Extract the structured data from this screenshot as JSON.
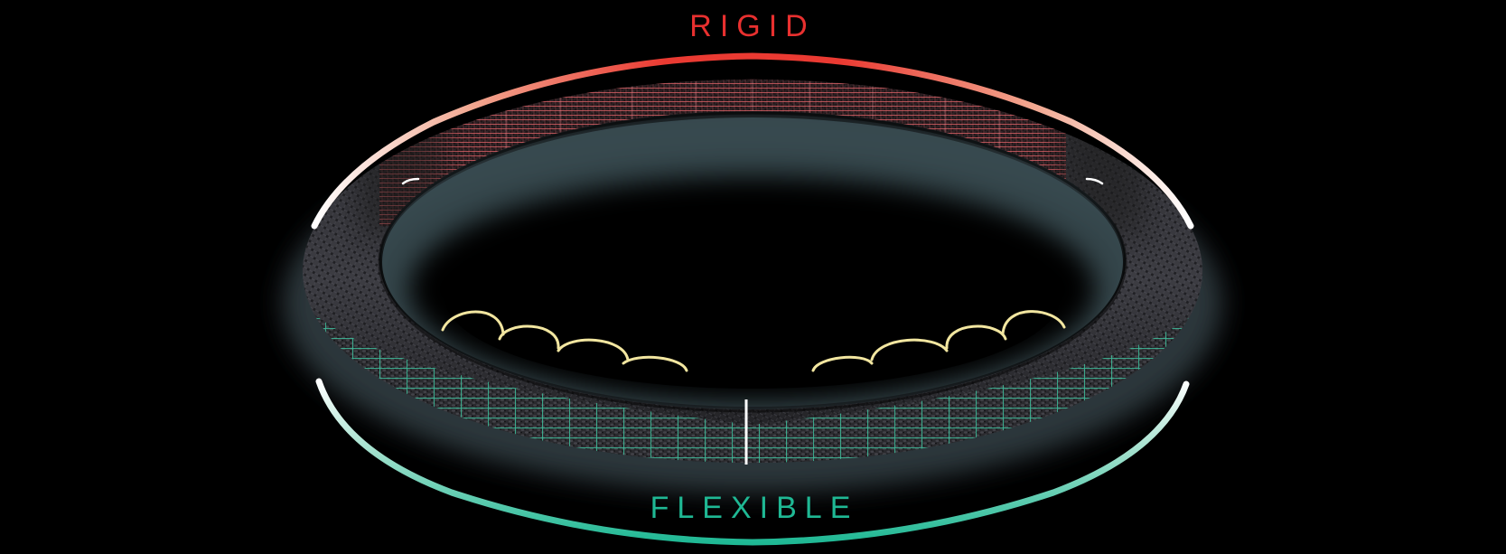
{
  "diagram": {
    "labels": {
      "top": "RIGID",
      "bottom": "FLEXIBLE"
    },
    "colors": {
      "background": "#000000",
      "rigid": "#e8302f",
      "rigid_light": "#f0a090",
      "rigid_mesh": "#e8646a",
      "flexible": "#1fb894",
      "flexible_mesh": "#3fc3a0",
      "flexible_light": "#d8f2ea",
      "tube_dark": "#1a1a1c",
      "tube_mid": "#3a3a3e",
      "glow": "#3a4a50",
      "wire": "#f2e6a0",
      "marker": "#ffffff"
    },
    "elements": {
      "ring": "torus",
      "top_section": "rigid-mesh",
      "bottom_section": "flexible-mesh",
      "side_sections": "braided-mesh",
      "wire_loops": 8,
      "center_marker": "vertical-line"
    }
  }
}
